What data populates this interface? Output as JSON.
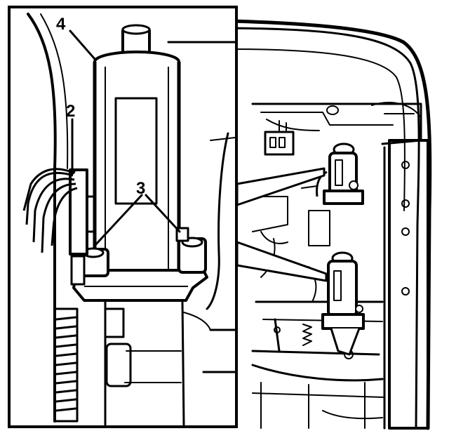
{
  "diagram": {
    "callouts": [
      {
        "id": "callout-4",
        "label": "4"
      },
      {
        "id": "callout-2",
        "label": "2"
      },
      {
        "id": "callout-3",
        "label": "3"
      }
    ],
    "colors": {
      "ink": "#000000",
      "paper": "#ffffff"
    }
  }
}
